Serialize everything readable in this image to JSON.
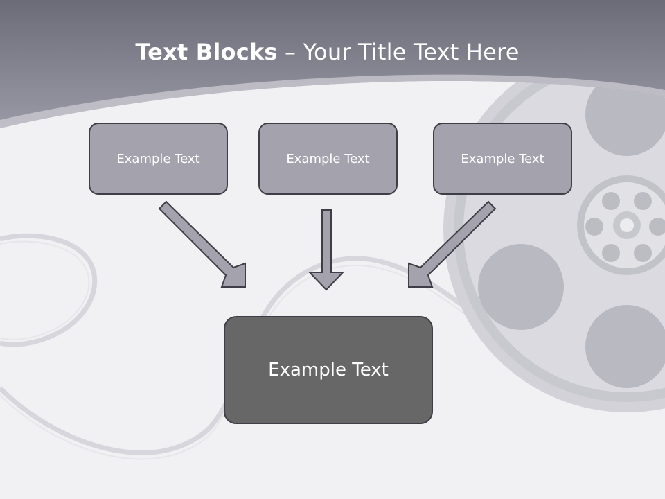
{
  "title": {
    "bold_part": "Text Blocks",
    "separator": " – ",
    "rest": "Your Title Text Here"
  },
  "boxes": {
    "top_left": "Example Text",
    "top_center": "Example Text",
    "top_right": "Example Text",
    "bottom_main": "Example Text"
  },
  "colors": {
    "header_band": "#7d7c8a",
    "small_box_fill": "#a4a3ad",
    "main_box_fill": "#676767",
    "arrow_fill": "#a4a3ad",
    "border": "#3e3e46"
  },
  "icons": [
    "film-reel-icon",
    "film-strip-icon"
  ]
}
